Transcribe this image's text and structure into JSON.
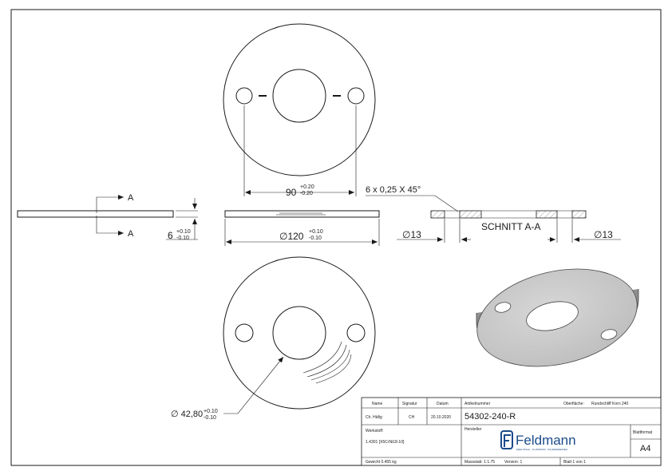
{
  "views": {
    "section_marker": "A",
    "thickness": {
      "nominal": "6",
      "tol_upper": "+0.10",
      "tol_lower": "-0.10"
    },
    "hole_spacing": {
      "nominal": "90",
      "tol_upper": "+0.20",
      "tol_lower": "-0.20"
    },
    "chamfer_note": "6 x 0,25 X 45°",
    "outer_diameter": {
      "nominal": "∅120",
      "tol_upper": "+0.10",
      "tol_lower": "-0.10"
    },
    "small_hole_left": "∅13",
    "small_hole_right": "∅13",
    "section_label": "SCHNITT A-A",
    "center_bore": {
      "nominal": "∅ 42,80",
      "tol_upper": "+0.10",
      "tol_lower": "-0.10"
    }
  },
  "title_block": {
    "headers": {
      "name": "Name",
      "signature": "Signatur",
      "date": "Datum",
      "article_number": "Artikelnummer",
      "surface": "Oberfläche:"
    },
    "row": {
      "name": "Ch. Häfig",
      "signature": "CH",
      "date": "20.10.2020"
    },
    "surface_value": "Rundschliff Korn 240",
    "article_value": "54302-240-R",
    "material_label": "Werkstoff:",
    "material_value": "1.4301 [X5CrNi18-10]",
    "manufacturer_label": "Hersteller",
    "logo_text": "Feldmann",
    "logo_tagline": "EDELSTAHL · ALUMINIUM · SCHMIEDEEISEN",
    "format_label": "Blattformat",
    "format_value": "A4",
    "weight": "Gewicht 0.455 kg",
    "scale": "Massstab: 1:1.75",
    "version": "Version: 1",
    "sheet": "Blatt 1 von 1"
  }
}
